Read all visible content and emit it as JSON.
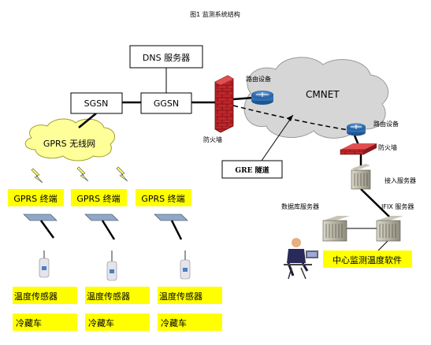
{
  "title": "图1 监测系统结构",
  "nodes": {
    "dns": "DNS 服务器",
    "sgsn": "SGSN",
    "ggsn": "GGSN",
    "gprs_network": "GPRS 无线网",
    "cmnet": "CMNET",
    "router_top": "路由设备",
    "router_right": "路由设备",
    "firewall_left": "防火墙",
    "firewall_right": "防火墙",
    "gre": "GRE 隧道",
    "access_server": "接入服务器",
    "db_server": "数据库服务器",
    "ifix_server": "IFIX 服务器",
    "software": "中心监测温度软件"
  },
  "terminals": [
    "GPRS 终端",
    "GPRS 终端",
    "GPRS 终端"
  ],
  "sensors": [
    "温度传感器",
    "温度传感器",
    "温度传感器"
  ],
  "trucks": [
    "冷藏车",
    "冷藏车",
    "冷藏车"
  ],
  "colors": {
    "highlight": "#ffff00",
    "cloud": "#d9d9d9",
    "gprs_cloud": "#ffff99",
    "firewall": "#b22222",
    "router": "#2e6fb5"
  }
}
